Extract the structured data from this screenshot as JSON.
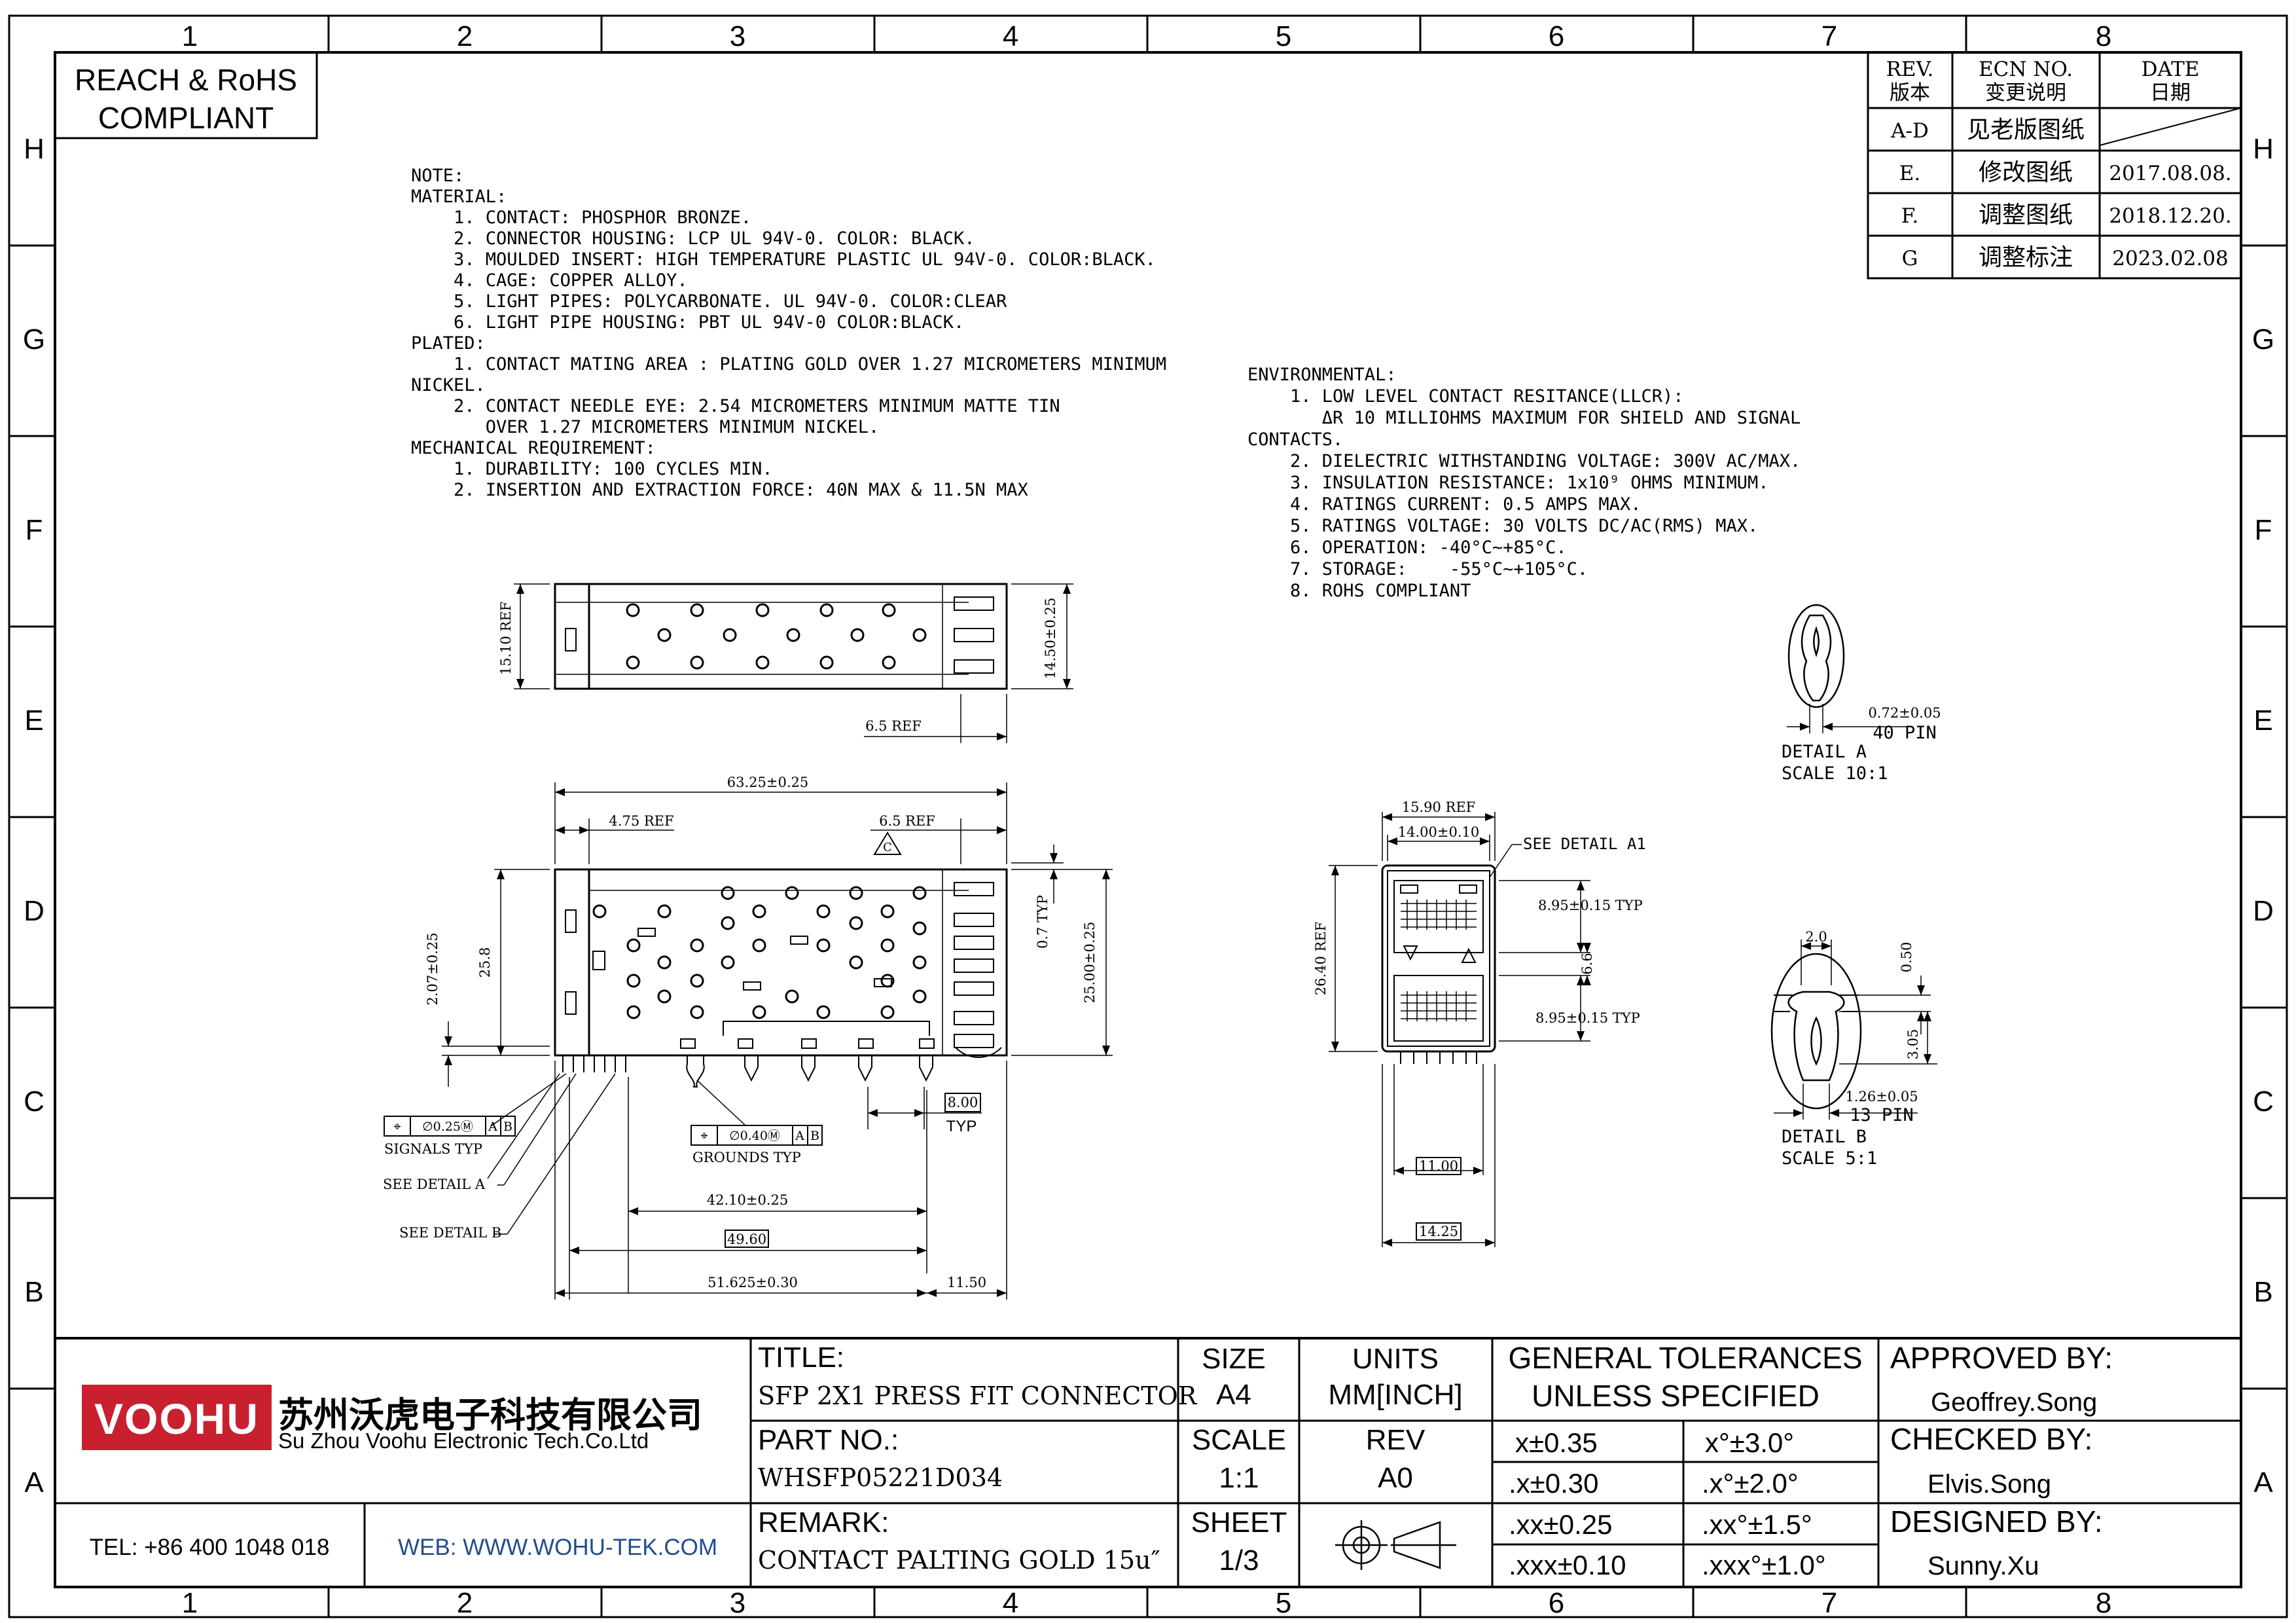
{
  "frame": {
    "column_labels": [
      "1",
      "2",
      "3",
      "4",
      "5",
      "6",
      "7",
      "8"
    ],
    "row_labels": [
      "H",
      "G",
      "F",
      "E",
      "D",
      "C",
      "B",
      "A"
    ]
  },
  "compliance_stamp": [
    "REACH & RoHS",
    "COMPLIANT"
  ],
  "revision_table": {
    "headers": [
      [
        "REV.",
        "版本"
      ],
      [
        "ECN NO.",
        "变更说明"
      ],
      [
        "DATE",
        "日期"
      ]
    ],
    "rows": [
      {
        "rev": "A-D",
        "ecn": "见老版图纸",
        "date": ""
      },
      {
        "rev": "E.",
        "ecn": "修改图纸",
        "date": "2017.08.08."
      },
      {
        "rev": "F.",
        "ecn": "调整图纸",
        "date": "2018.12.20."
      },
      {
        "rev": "G",
        "ecn": "调整标注",
        "date": "2023.02.08"
      }
    ]
  },
  "notes": {
    "lines": [
      "NOTE:",
      "MATERIAL:",
      "    1. CONTACT: PHOSPHOR BRONZE.",
      "    2. CONNECTOR HOUSING: LCP UL 94V-0. COLOR: BLACK.",
      "    3. MOULDED INSERT: HIGH TEMPERATURE PLASTIC UL 94V-0. COLOR:BLACK.",
      "    4. CAGE: COPPER ALLOY.",
      "    5. LIGHT PIPES: POLYCARBONATE. UL 94V-0. COLOR:CLEAR",
      "    6. LIGHT PIPE HOUSING: PBT UL 94V-0 COLOR:BLACK.",
      "PLATED:",
      "    1. CONTACT MATING AREA : PLATING GOLD OVER 1.27 MICROMETERS MINIMUM",
      "NICKEL.",
      "    2. CONTACT NEEDLE EYE: 2.54 MICROMETERS MINIMUM MATTE TIN",
      "       OVER 1.27 MICROMETERS MINIMUM NICKEL.",
      "MECHANICAL REQUIREMENT:",
      "    1. DURABILITY: 100 CYCLES MIN.",
      "    2. INSERTION AND EXTRACTION FORCE: 40N MAX & 11.5N MAX"
    ]
  },
  "environmental": {
    "lines": [
      "ENVIRONMENTAL:",
      "    1. LOW LEVEL CONTACT RESITANCE(LLCR):",
      "       ΔR 10 MILLIOHMS MAXIMUM FOR SHIELD AND SIGNAL",
      "CONTACTS.",
      "    2. DIELECTRIC WITHSTANDING VOLTAGE: 300V AC/MAX.",
      "    3. INSULATION RESISTANCE: 1x10⁹ OHMS MINIMUM.",
      "    4. RATINGS CURRENT: 0.5 AMPS MAX.",
      "    5. RATINGS VOLTAGE: 30 VOLTS DC/AC(RMS) MAX.",
      "    6. OPERATION: -40°C~+85°C.",
      "    7. STORAGE:    -55°C~+105°C.",
      "    8. ROHS COMPLIANT"
    ]
  },
  "top_view_dims": {
    "height_ref": "15.10 REF",
    "height_tol": "14.50±0.25",
    "len_ref": "6.5 REF"
  },
  "side_view_dims": {
    "overall": "63.25±0.25",
    "left_ref": "4.75 REF",
    "right_ref": "6.5 REF",
    "revision_flag": "C",
    "height_tol": "2.07±0.25",
    "height_25_8": "25.8",
    "typ_07": "0.7 TYP",
    "height_25": "25.00±0.25",
    "box_800": "8.00",
    "typ_label": "TYP",
    "d_42_10": "42.10±0.25",
    "d_49_60": "49.60",
    "d_51_625": "51.625±0.30",
    "d_11_50": "11.50",
    "fcf_signals": [
      "⌖",
      "∅0.25Ⓜ",
      "A",
      "B"
    ],
    "fcf_signals_label": "SIGNALS TYP",
    "fcf_grounds": [
      "⌖",
      "∅0.40Ⓜ",
      "A",
      "B"
    ],
    "fcf_grounds_label": "GROUNDS TYP",
    "see_detail_a": "SEE DETAIL A",
    "see_detail_b": "SEE DETAIL B"
  },
  "front_view_dims": {
    "w_ref": "15.90 REF",
    "w_tol": "14.00±0.10",
    "see_detail": "SEE DETAIL A1",
    "h_ref": "26.40 REF",
    "upper_typ": "8.95±0.15 TYP",
    "mid": "6.6",
    "lower_typ": "8.95±0.15 TYP",
    "bottom_box1": "11.00",
    "bottom_box2": "14.25"
  },
  "detail_a": {
    "dim": "0.72±0.05",
    "pins": "40 PIN",
    "title": "DETAIL A",
    "scale": "SCALE 10:1"
  },
  "detail_b": {
    "top_w": "2.0",
    "top_h": "0.50",
    "side_h": "3.05",
    "dim": "1.26±0.05",
    "pins": "13 PIN",
    "title": "DETAIL B",
    "scale": "SCALE 5:1"
  },
  "title_block": {
    "company_logo": "VOOHU",
    "company_cn": "苏州沃虎电子科技有限公司",
    "company_en": "Su Zhou Voohu Electronic Tech.Co.Ltd",
    "tel": "TEL: +86 400 1048 018",
    "web": "WEB: WWW.WOHU-TEK.COM",
    "title_label": "TITLE:",
    "title_value": "SFP 2X1 PRESS FIT CONNECTOR",
    "part_label": "PART NO.:",
    "part_value": "WHSFP05221D034",
    "remark_label": "REMARK:",
    "remark_value": "CONTACT PALTING GOLD 15u″",
    "size_label": "SIZE",
    "size_value": "A4",
    "units_label": "UNITS",
    "units_value": "MM[INCH]",
    "scale_label": "SCALE",
    "scale_value": "1:1",
    "rev_label": "REV",
    "rev_value": "A0",
    "sheet_label": "SHEET",
    "sheet_value": "1/3",
    "tol_title": [
      "GENERAL TOLERANCES",
      "UNLESS SPECIFIED"
    ],
    "tolerances": [
      [
        "x±0.35",
        "x°±3.0°"
      ],
      [
        ".x±0.30",
        ".x°±2.0°"
      ],
      [
        ".xx±0.25",
        ".xx°±1.5°"
      ],
      [
        ".xxx±0.10",
        ".xxx°±1.0°"
      ]
    ],
    "approved_label": "APPROVED BY:",
    "approved_value": "Geoffrey.Song",
    "checked_label": "CHECKED BY:",
    "checked_value": "Elvis.Song",
    "designed_label": "DESIGNED BY:",
    "designed_value": "Sunny.Xu"
  },
  "colors": {
    "logo_red": "#c8202f",
    "line": "#000000",
    "web_blue": "#1f4e8c"
  }
}
